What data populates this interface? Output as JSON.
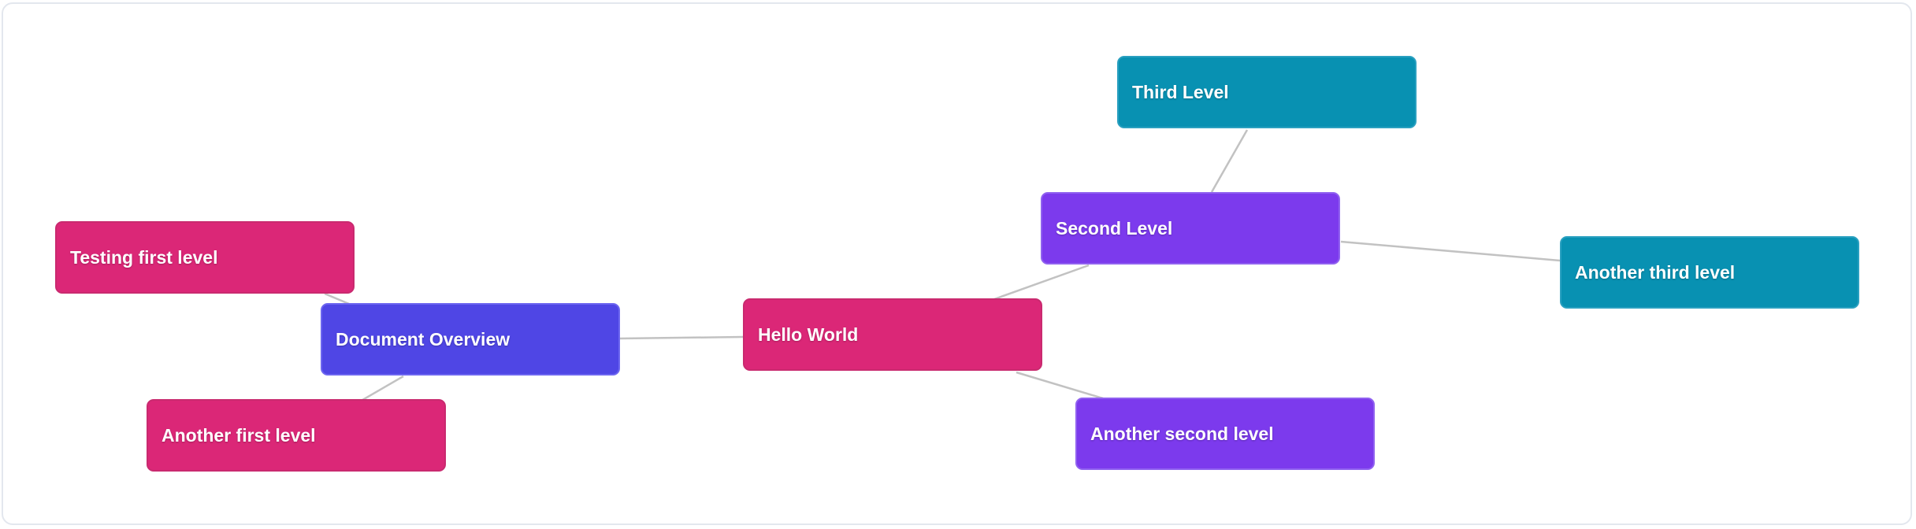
{
  "mindmap": {
    "nodes": [
      {
        "id": "hello-world",
        "label": "Hello World",
        "color": "#db2777"
      },
      {
        "id": "document-overview",
        "label": "Document Overview",
        "color": "#4f46e5"
      },
      {
        "id": "testing-first-level",
        "label": "Testing first level",
        "color": "#db2777"
      },
      {
        "id": "another-first-level",
        "label": "Another first level",
        "color": "#db2777"
      },
      {
        "id": "second-level",
        "label": "Second Level",
        "color": "#7c3aed"
      },
      {
        "id": "another-second-level",
        "label": "Another second level",
        "color": "#7c3aed"
      },
      {
        "id": "third-level",
        "label": "Third Level",
        "color": "#0891b2"
      },
      {
        "id": "another-third-level",
        "label": "Another third level",
        "color": "#0891b2"
      }
    ],
    "edges": [
      {
        "from": "hello-world",
        "to": "document-overview"
      },
      {
        "from": "document-overview",
        "to": "testing-first-level"
      },
      {
        "from": "document-overview",
        "to": "another-first-level"
      },
      {
        "from": "hello-world",
        "to": "second-level"
      },
      {
        "from": "hello-world",
        "to": "another-second-level"
      },
      {
        "from": "second-level",
        "to": "third-level"
      },
      {
        "from": "second-level",
        "to": "another-third-level"
      }
    ]
  }
}
